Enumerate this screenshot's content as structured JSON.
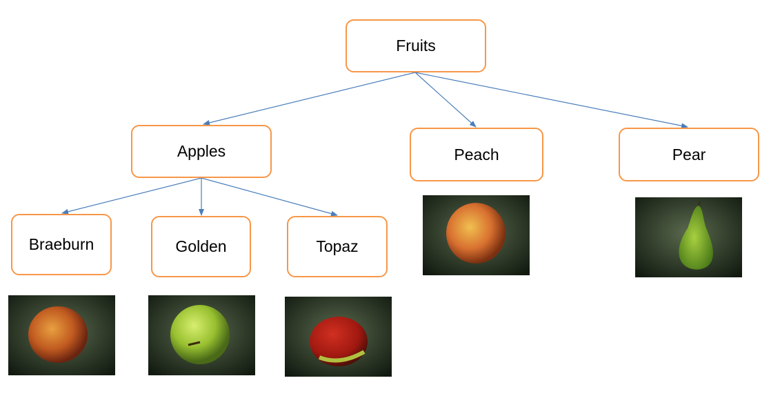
{
  "root": {
    "label": "Fruits"
  },
  "level1": [
    {
      "id": "apples",
      "label": "Apples"
    },
    {
      "id": "peach",
      "label": "Peach"
    },
    {
      "id": "pear",
      "label": "Pear"
    }
  ],
  "level2": [
    {
      "id": "braeburn",
      "label": "Braeburn"
    },
    {
      "id": "golden",
      "label": "Golden"
    },
    {
      "id": "topaz",
      "label": "Topaz"
    }
  ],
  "colors": {
    "box_border": "#f79646",
    "arrow": "#4a7ebb"
  }
}
